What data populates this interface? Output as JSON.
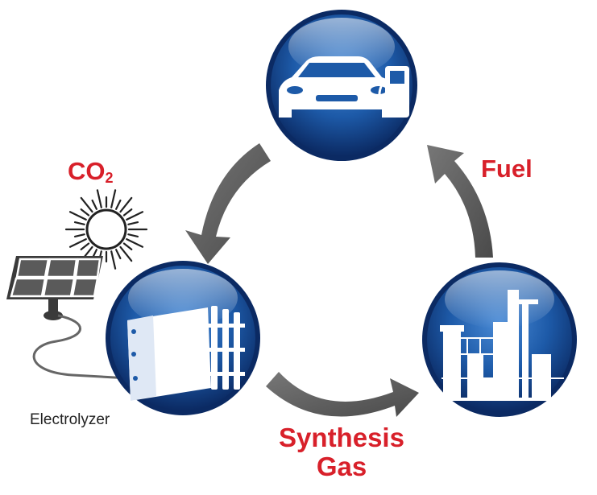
{
  "colors": {
    "label": "#d8202a",
    "circle_dark": "#0b2a63",
    "circle_mid": "#1d5aa8",
    "circle_light": "#4a8bd6",
    "arrow": "#5a5a5a",
    "panel": "#3a3a3a"
  },
  "labels": {
    "co2_main": "CO",
    "co2_sub": "2",
    "fuel": "Fuel",
    "synthesis_line1": "Synthesis",
    "synthesis_line2": "Gas",
    "electrolyzer": "Electrolyzer"
  },
  "icons": [
    "car-icon",
    "fuel-pump-icon",
    "electrolyzer-stack-icon",
    "refinery-icon",
    "solar-panel-icon",
    "sun-icon",
    "cycle-arrow-icon"
  ]
}
